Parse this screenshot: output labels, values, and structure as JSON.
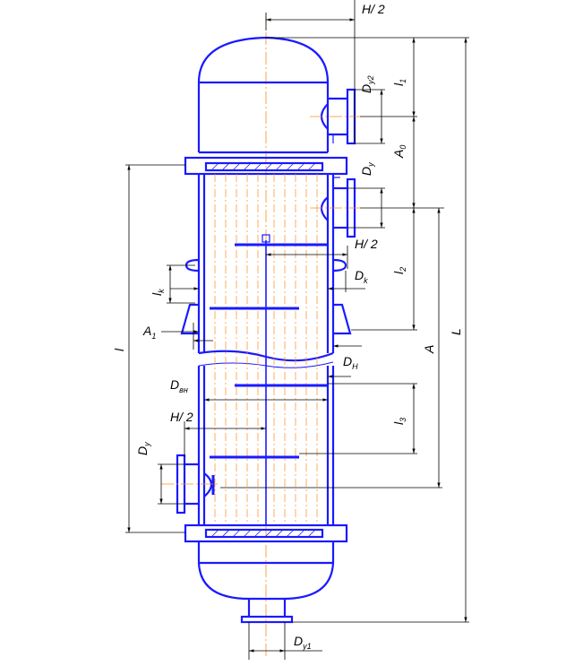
{
  "labels": {
    "h_half_top": "H/ 2",
    "dy2": "D",
    "dy2_sub": "y2",
    "l1": "l",
    "l1_sub": "1",
    "a0": "A",
    "a0_sub": "0",
    "dy_top": "D",
    "dy_top_sub": "y",
    "h_half_mid": "H/ 2",
    "dk": "D",
    "dk_sub": "k",
    "l2": "l",
    "l2_sub": "2",
    "lk": "l",
    "lk_sub": "k",
    "a1": "A",
    "a1_sub": "1",
    "a": "A",
    "big_l": "L",
    "l": "l",
    "dn": "D",
    "dn_sub": "H",
    "dvn": "D",
    "dvn_sub": "вн",
    "l3": "l",
    "l3_sub": "3",
    "h_half_low": "H/ 2",
    "dy_low": "D",
    "dy_low_sub": "y",
    "dy1": "D",
    "dy1_sub": "y1"
  },
  "colors": {
    "outline": "#1a1aff",
    "axis": "#ff8c1a",
    "dimension": "#000000"
  }
}
